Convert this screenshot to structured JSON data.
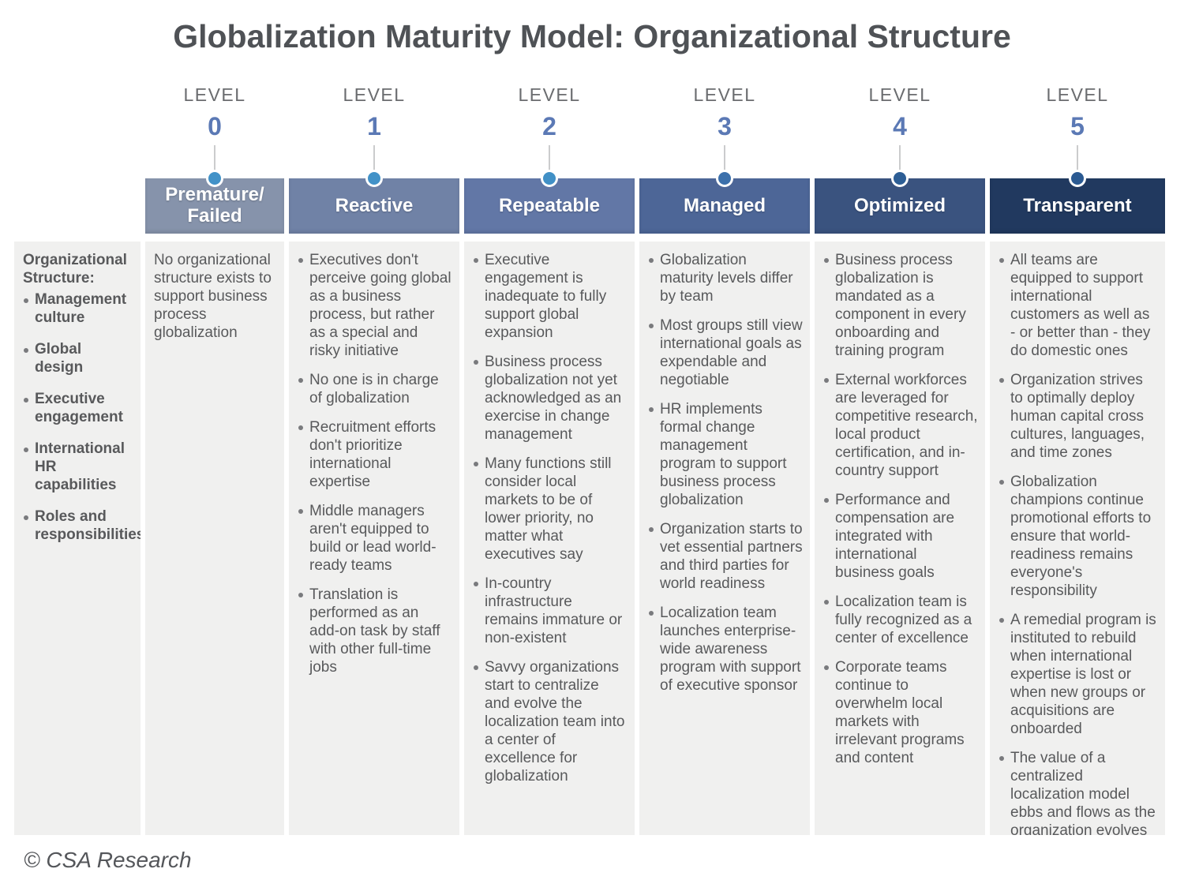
{
  "title": "Globalization Maturity Model: Organizational Structure",
  "footer": "© CSA Research",
  "colors": {
    "level_number_blue": "#5b79b5",
    "body_background": "#f0f0ef",
    "text_gray": "#58595b"
  },
  "sidebar": {
    "heading": "Organizational Structure:",
    "items": [
      "Management culture",
      "Global design",
      "Executive engagement",
      "International HR capabilities",
      "Roles and responsibilities"
    ]
  },
  "levels": [
    {
      "level_label": "LEVEL",
      "number": "0",
      "name": "Premature/ Failed",
      "header_color": "#8693ab",
      "dot_color": "#4292c8",
      "intro": "No organizational structure exists to support business process globalization",
      "bullets": []
    },
    {
      "level_label": "LEVEL",
      "number": "1",
      "name": "Reactive",
      "header_color": "#7082a6",
      "dot_color": "#4292c8",
      "bullets": [
        "Executives don't perceive going global as a business process, but rather as a special and risky initiative",
        "No one is in charge of globalization",
        "Recruitment efforts don't prioritize international expertise",
        "Middle managers aren't equipped to build or lead world-ready teams",
        "Translation is performed as an add-on task by staff with other full-time jobs"
      ]
    },
    {
      "level_label": "LEVEL",
      "number": "2",
      "name": "Repeatable",
      "header_color": "#6277a6",
      "dot_color": "#4190c6",
      "bullets": [
        "Executive engagement is inadequate to fully support global expansion",
        "Business process globalization not yet acknowledged as an exercise in change management",
        "Many functions still consider local markets to be of lower priority, no matter what executives say",
        "In-country infrastructure remains immature or non-existent",
        "Savvy organizations start to centralize and evolve the localization team into a center of excellence for globalization"
      ]
    },
    {
      "level_label": "LEVEL",
      "number": "3",
      "name": "Managed",
      "header_color": "#4d6697",
      "dot_color": "#3c70ab",
      "bullets": [
        "Globalization maturity levels differ by team",
        "Most groups still view international goals as expendable and negotiable",
        "HR implements formal change management program to support business process globalization",
        "Organization starts to vet essential partners and third parties for world readiness",
        "Localization team launches enterprise-wide awareness program with support of executive sponsor"
      ]
    },
    {
      "level_label": "LEVEL",
      "number": "4",
      "name": "Optimized",
      "header_color": "#3a537f",
      "dot_color": "#2d5e95",
      "bullets": [
        "Business process globalization is mandated as a component in every onboarding and training program",
        "External workforces are leveraged for competitive research, local product certification, and in-country support",
        "Performance and compensation are integrated with international business goals",
        "Localization team is fully recognized as a center of excellence",
        "Corporate teams continue to overwhelm local markets with irrelevant programs and content"
      ]
    },
    {
      "level_label": "LEVEL",
      "number": "5",
      "name": "Transparent",
      "header_color": "#21395f",
      "dot_color": "#2b5a92",
      "bullets": [
        "All teams are equipped to support international customers as well as - or better than - they do domestic ones",
        "Organization strives to optimally deploy human capital cross cultures, languages, and time zones",
        "Globalization champions continue promotional efforts to ensure that world-readiness remains everyone's responsibility",
        "A remedial program is instituted to rebuild when international expertise is lost or when new groups or acquisitions are onboarded",
        "The value of a centralized localization model ebbs and flows as the organization evolves"
      ]
    }
  ]
}
